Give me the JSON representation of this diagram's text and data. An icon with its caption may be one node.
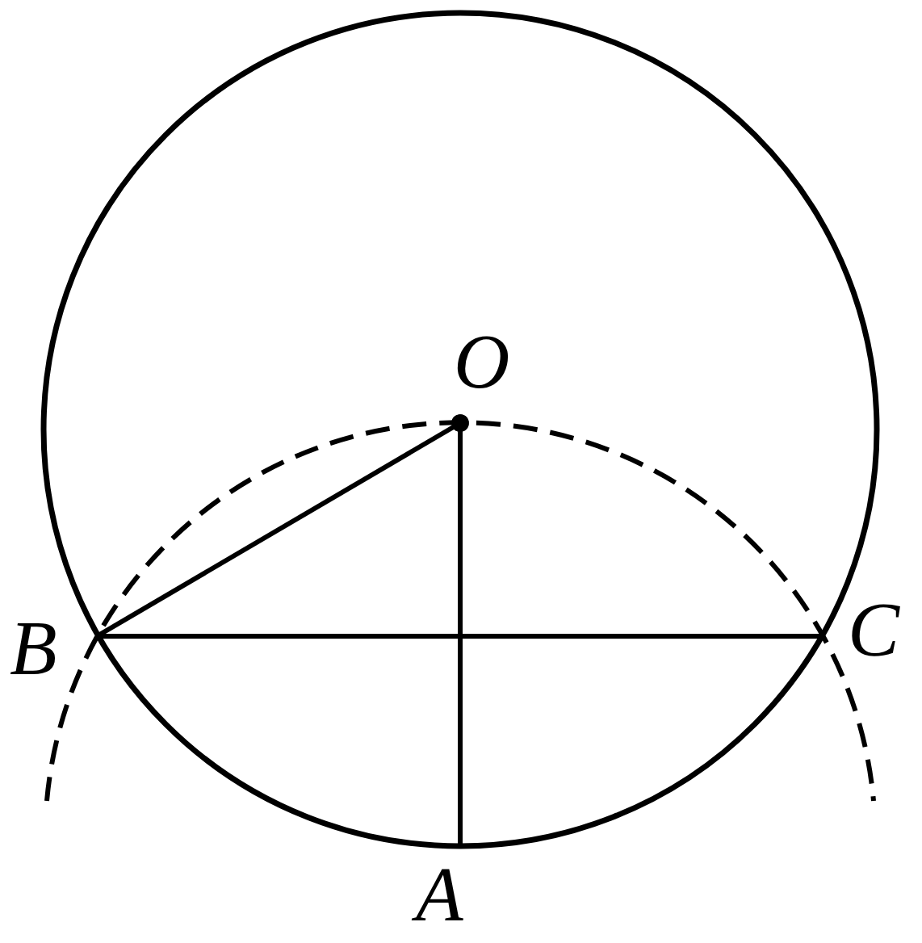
{
  "diagram": {
    "nodes": [
      {
        "text": [
          "O"
        ]
      },
      {
        "text": [
          "B"
        ]
      },
      {
        "text": [
          "C"
        ]
      },
      {
        "text": [
          "A"
        ]
      }
    ],
    "edges": [
      {
        "from": 0,
        "to": 1,
        "arrow": "other"
      },
      {
        "from": 1,
        "to": 2,
        "arrow": "none"
      },
      {
        "from": 0,
        "to": 3,
        "arrow": "other"
      }
    ]
  }
}
